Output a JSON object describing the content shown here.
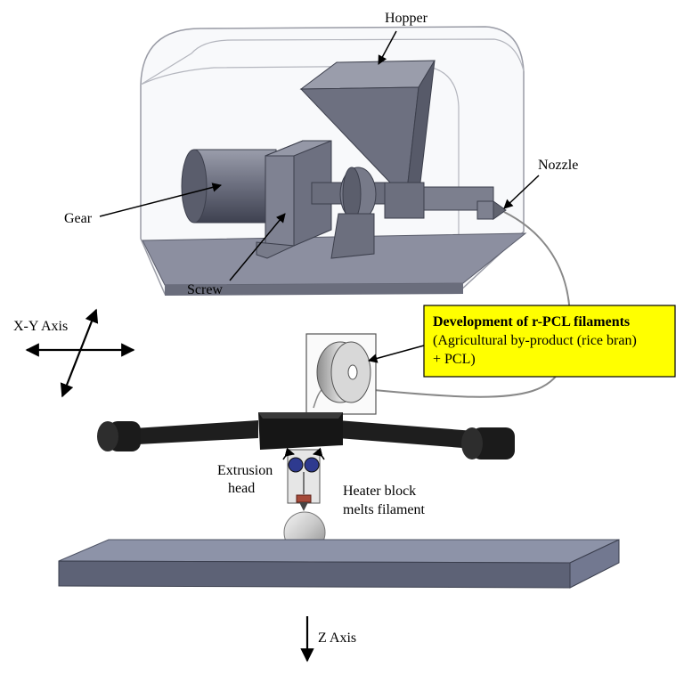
{
  "labels": {
    "hopper": "Hopper",
    "nozzle": "Nozzle",
    "gear": "Gear",
    "screw": "Screw",
    "xy_axis": "X-Y Axis",
    "extrusion_head_line1": "Extrusion",
    "extrusion_head_line2": "head",
    "heater_line1": "Heater block",
    "heater_line2": "melts filament",
    "z_axis": "Z Axis"
  },
  "callout": {
    "title": "Development of r-PCL filaments",
    "line1": "(Agricultural by-product (rice bran)",
    "line2": "+ PCL)",
    "background": "#ffff00",
    "border": "#000000"
  },
  "colors": {
    "machine_metal": "#7a7d8c",
    "machine_dark": "#4e5160",
    "enclosure": "#b9bcc5",
    "base_plate": "#8c8fa0",
    "print_bed": "#8d93a8",
    "gantry": "#1b1b1b",
    "printed_ball": "#c8c8c8",
    "heater": "#a54a3a"
  }
}
